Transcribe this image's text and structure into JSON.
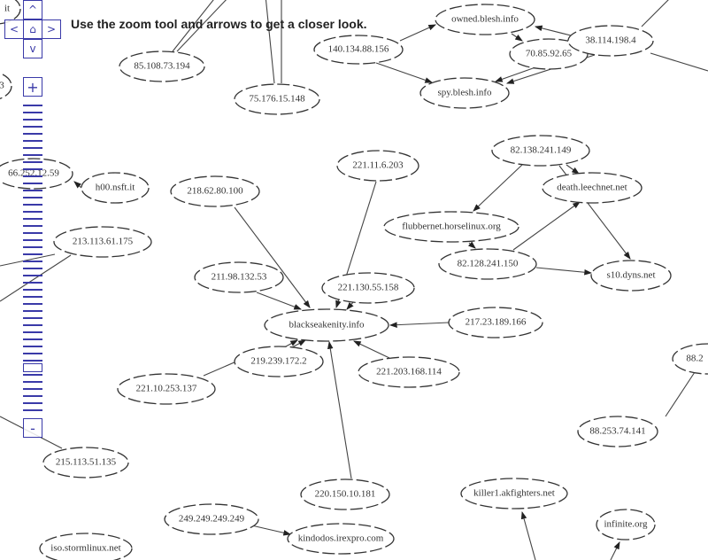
{
  "hint": "Use the zoom tool and arrows to get a closer look.",
  "controls": {
    "up": "^",
    "down": "v",
    "left": "<",
    "right": ">",
    "home": "⌂",
    "zoom_in": "+",
    "zoom_out": "-",
    "zoom_level_fraction": 0.84
  },
  "nodes": {
    "n1": "85.108.73.194",
    "n2": "75.176.15.148",
    "n3": "140.134.88.156",
    "n4": "owned.blesh.info",
    "n5": "70.85.92.65",
    "n6": "38.114.198.4",
    "n7": "spy.blesh.info",
    "n8": "66.252.12.59",
    "n9": "h00.nsft.it",
    "n10": "218.62.80.100",
    "n11": "221.11.6.203",
    "n12": "82.138.241.149",
    "n13": "death.leechnet.net",
    "n14": "flubbernet.horselinux.org",
    "n15": "82.128.241.150",
    "n16": "s10.dyns.net",
    "n17": "213.113.61.175",
    "n18": "211.98.132.53",
    "n19": "221.130.55.158",
    "n20": "blackseakenity.info",
    "n21": "217.23.189.166",
    "n22": "219.239.172.2",
    "n23": "221.203.168.114",
    "n24": "221.10.253.137",
    "n25": "88.2",
    "n26": "88.253.74.141",
    "n27": "215.113.51.135",
    "n28": "220.150.10.181",
    "n29": "killer1.akfighters.net",
    "n30": "249.249.249.249",
    "n31": "kindodos.irexpro.com",
    "n32": "infinite.org",
    "n33": "iso.stormlinux.net",
    "n34": "it",
    "n35": "3"
  }
}
